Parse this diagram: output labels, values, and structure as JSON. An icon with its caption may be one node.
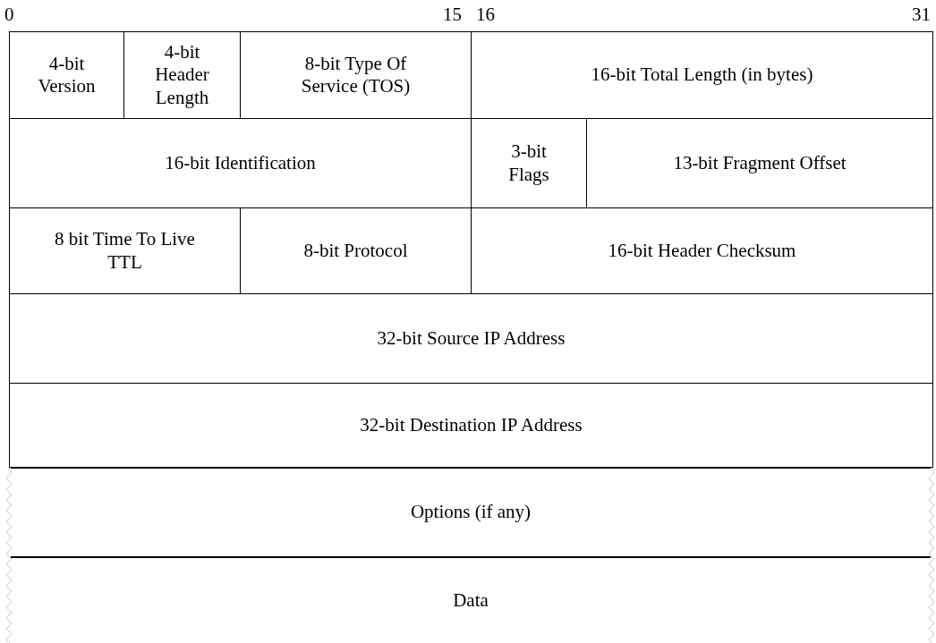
{
  "diagram": {
    "nodes": [
      {
        "text": [
          "4-bit Version"
        ]
      },
      {
        "text": [
          "4-bit Header Length"
        ]
      },
      {
        "text": [
          "8-bit Type Of Service (TOS)"
        ]
      },
      {
        "text": [
          "16-bit Total Length (in bytes)"
        ]
      },
      {
        "text": [
          "16-bit Identification"
        ]
      },
      {
        "text": [
          "3-bit Flags"
        ]
      },
      {
        "text": [
          "13-bit Fragment Offset"
        ]
      },
      {
        "text": [
          "8 bit Time To Live TTL"
        ]
      },
      {
        "text": [
          "8-bit Protocol"
        ]
      },
      {
        "text": [
          "16-bit Header Checksum"
        ]
      },
      {
        "text": [
          "32-bit Source IP Address"
        ]
      },
      {
        "text": [
          "32-bit Destination IP Address"
        ]
      },
      {
        "text": [
          "Options (if any)"
        ]
      },
      {
        "text": [
          "Data"
        ]
      }
    ],
    "labels": [
      "0",
      "15",
      "16",
      "31"
    ]
  }
}
